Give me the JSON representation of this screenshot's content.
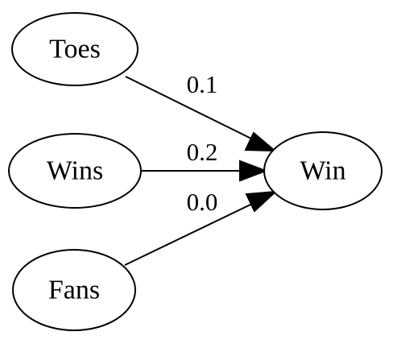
{
  "nodes": {
    "toes": {
      "label": "Toes"
    },
    "wins": {
      "label": "Wins"
    },
    "fans": {
      "label": "Fans"
    },
    "win": {
      "label": "Win"
    }
  },
  "edges": [
    {
      "from": "Toes",
      "to": "Win",
      "label": "0.1"
    },
    {
      "from": "Wins",
      "to": "Win",
      "label": "0.2"
    },
    {
      "from": "Fans",
      "to": "Win",
      "label": "0.0"
    }
  ],
  "colors": {
    "stroke": "#000000",
    "background": "#ffffff"
  }
}
